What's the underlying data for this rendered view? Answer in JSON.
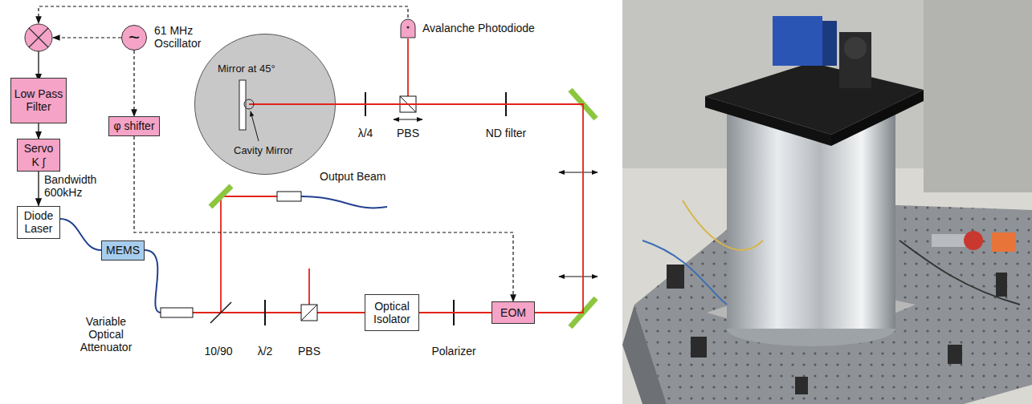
{
  "diagram": {
    "nodes": [
      {
        "text": [
          "~",
          "61 MHz Oscillator"
        ]
      },
      {
        "text": [
          "Avalanche Photodiode"
        ]
      },
      {
        "text": [
          "Mirror at 45°",
          "Cavity Mirror"
        ]
      },
      {
        "text": [
          "Low Pass Filter"
        ]
      },
      {
        "text": [
          "φ shifter"
        ]
      },
      {
        "text": [
          "Servo K ∫"
        ]
      },
      {
        "text": [
          "Diode Laser"
        ]
      },
      {
        "text": [
          "MEMS"
        ]
      },
      {
        "text": [
          "Optical Isolator"
        ]
      },
      {
        "text": [
          "EOM"
        ]
      }
    ],
    "edges": [
      {
        "from": 3,
        "to": 5,
        "arrow": "to"
      },
      {
        "from": 5,
        "to": 6,
        "arrow": "to",
        "label": "Bandwidth 600kHz"
      },
      {
        "from": 6,
        "to": 7,
        "arrow": "none"
      },
      {
        "from": 0,
        "to": 4,
        "arrow": "to"
      },
      {
        "from": 4,
        "to": 9,
        "arrow": "to"
      },
      {
        "from": 8,
        "to": 9,
        "arrow": "none"
      },
      {
        "from": 9,
        "to": 2,
        "arrow": "none"
      }
    ],
    "labels": [
      "λ/4",
      "PBS",
      "ND filter",
      "Output Beam",
      "Variable Optical Attenuator",
      "10/90",
      "λ/2",
      "PBS",
      "Polarizer"
    ]
  }
}
